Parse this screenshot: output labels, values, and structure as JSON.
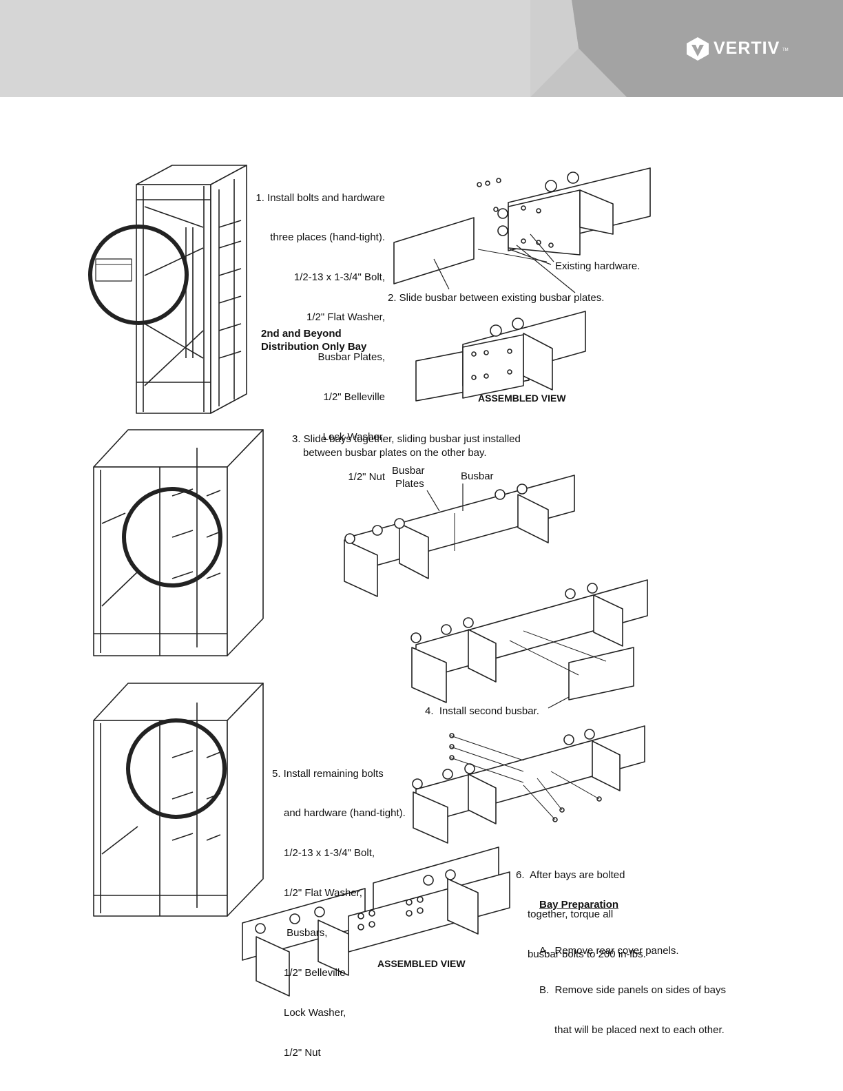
{
  "brand": {
    "name": "VERTIV",
    "trademark": "TM"
  },
  "colors": {
    "header_bg": "#d6d6d6",
    "header_mid": "#b8b8b8",
    "header_dark": "#9a9a9a",
    "logo": "#ffffff"
  },
  "step1": {
    "lines": [
      "1. Install bolts and hardware",
      "three places (hand-tight).",
      "1/2-13 x 1-3/4\" Bolt,",
      "1/2\" Flat Washer,",
      "Busbar Plates,",
      "1/2\" Belleville",
      "Lock Washer,",
      "1/2\" Nut"
    ]
  },
  "callouts": {
    "existing_hardware": "Existing hardware.",
    "step2": "2. Slide busbar between existing busbar plates.",
    "bay_title_1": "2nd and Beyond",
    "bay_title_2": "Distribution Only Bay",
    "assembled_view_1": "ASSEMBLED VIEW",
    "step3_line1": "3. Slide bays together, sliding busbar just installed",
    "step3_line2": "between busbar plates on the other bay.",
    "busbar_plates_1": "Busbar",
    "busbar_plates_2": "Plates",
    "busbar": "Busbar",
    "step4": "4.  Install second busbar.",
    "assembled_view_2": "ASSEMBLED VIEW"
  },
  "step5": {
    "lines": [
      "5. Install remaining bolts",
      "and hardware (hand-tight).",
      "1/2-13 x 1-3/4\" Bolt,",
      "1/2\" Flat Washer,",
      " Busbars,",
      "1/2\" Belleville",
      "Lock Washer,",
      "1/2\" Nut"
    ]
  },
  "step6": {
    "lines": [
      "6.  After bays are bolted",
      "together, torque all",
      "busbar bolts to 200 in-lbs."
    ]
  },
  "bay_preparation": {
    "title": "Bay Preparation",
    "items": [
      "A.  Remove rear cover panels.",
      "B.  Remove side panels on sides of bays",
      "that will be placed next to each other."
    ]
  }
}
